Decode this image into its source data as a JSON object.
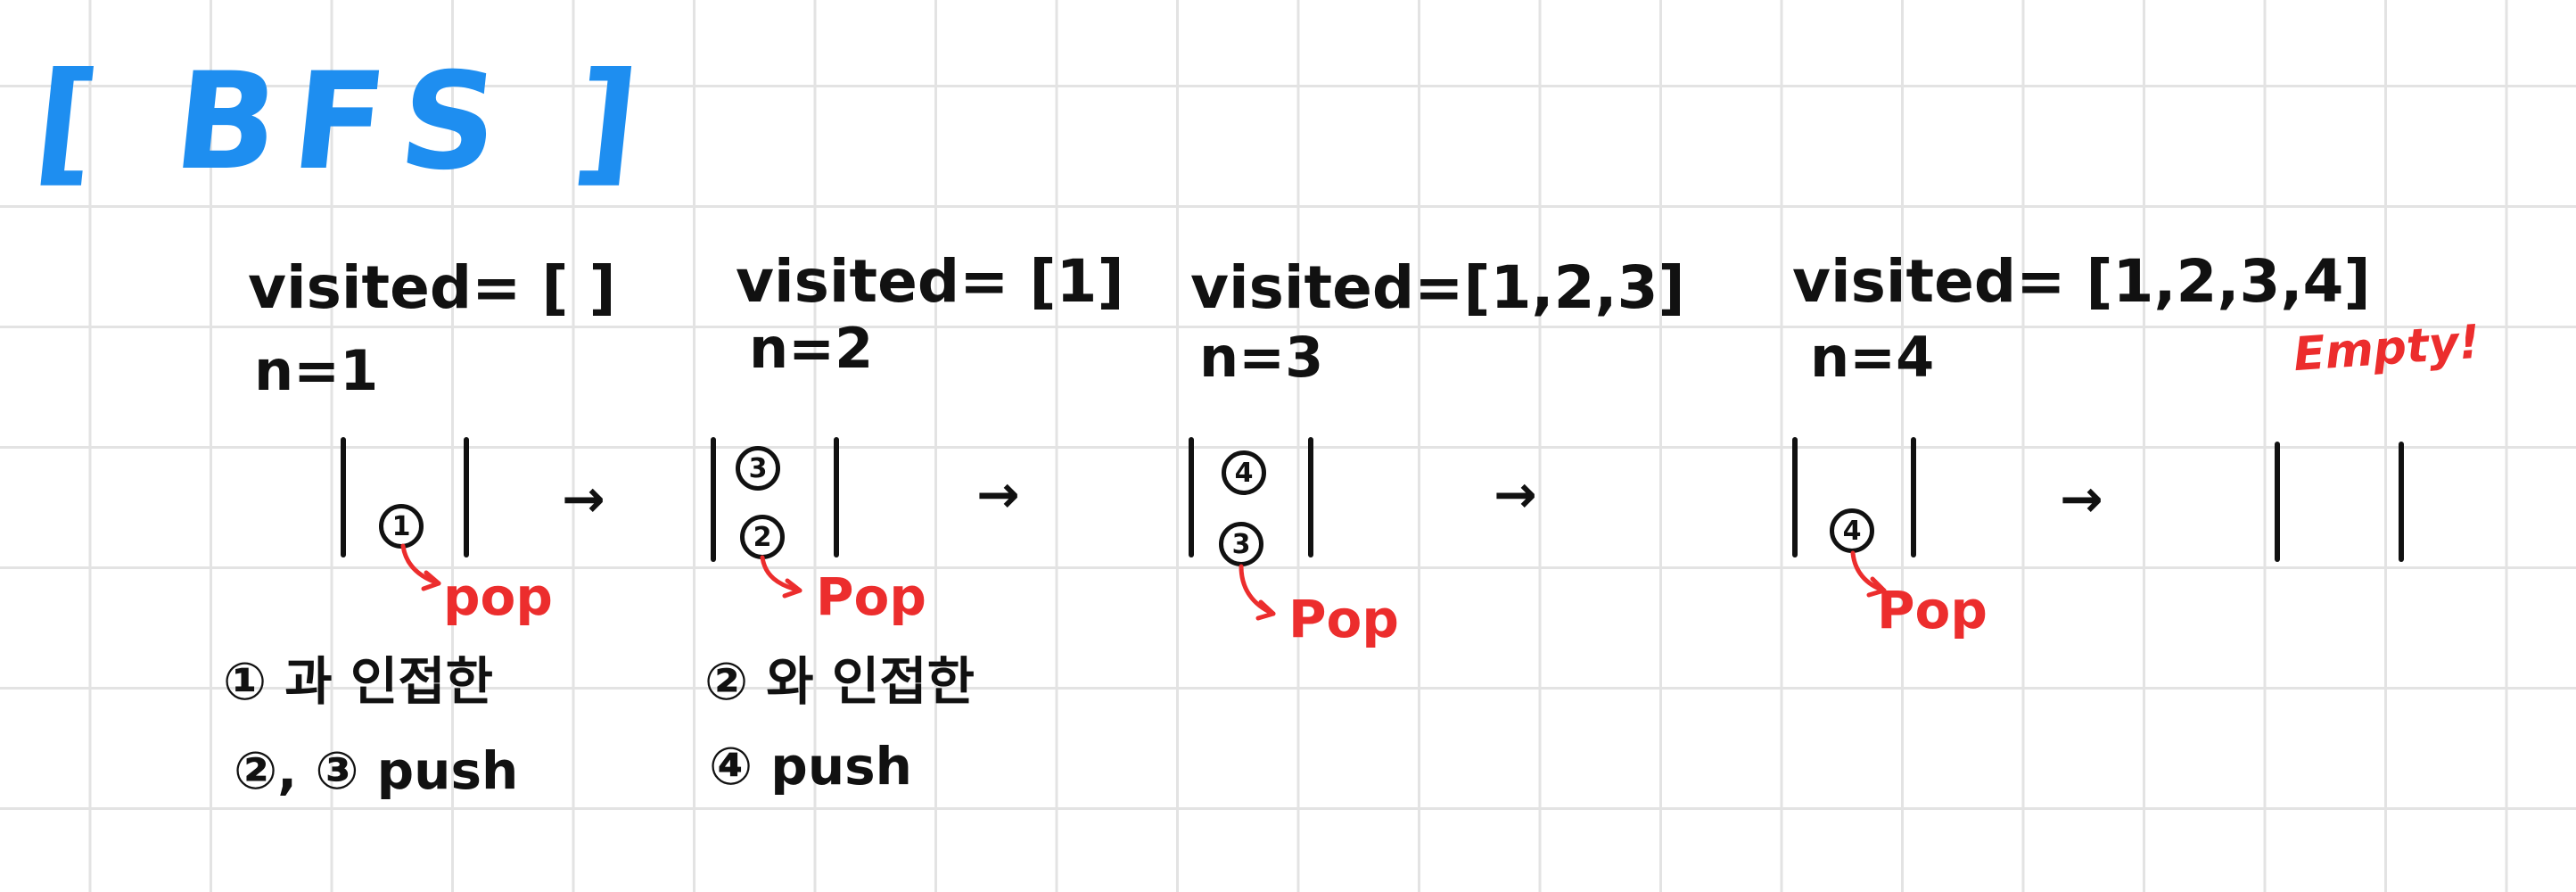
{
  "title": "[ BFS ]",
  "steps": [
    {
      "visited": "visited= [ ]",
      "n": "n=1",
      "stack": [
        "1"
      ],
      "popped": "1",
      "pop_label": "pop",
      "note_line1": "① 과 인접한",
      "note_line2": "②, ③ push"
    },
    {
      "visited": "visited= [1]",
      "n": "n=2",
      "stack": [
        "3",
        "2"
      ],
      "popped": "2",
      "pop_label": "Pop",
      "note_line1": "② 와 인접한",
      "note_line2": "④ push"
    },
    {
      "visited": "visited=[1,2,3]",
      "n": "n=3",
      "stack": [
        "4",
        "3"
      ],
      "popped": "3",
      "pop_label": "Pop"
    },
    {
      "visited": "visited= [1,2,3,4]",
      "n": "n=4",
      "stack": [
        "4"
      ],
      "popped": "4",
      "pop_label": "Pop"
    },
    {
      "status": "Empty!",
      "stack": []
    }
  ],
  "colors": {
    "title": "#1e8ef0",
    "accent": "#ec2d2d",
    "ink": "#111111",
    "grid": "#e3e3e3"
  },
  "arrow_glyph": "→"
}
